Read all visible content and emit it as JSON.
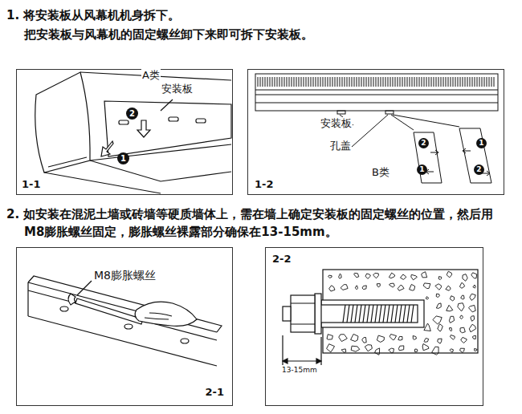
{
  "diagram": {
    "nodes": [
      {
        "text": [
          "1-1"
        ]
      },
      {
        "text": [
          "1-2"
        ]
      },
      {
        "text": [
          "2-1"
        ]
      },
      {
        "text": [
          "2-2"
        ]
      }
    ],
    "labels": [
      "1. 将安装板从风幕机机身拆下。",
      "把安装板与风幕机的固定螺丝卸下来即可拆下安装板。",
      "A类",
      "安装板",
      "2",
      "1",
      "安装板",
      "孔盖",
      "B类",
      "2",
      "1",
      "1",
      "2",
      "2. 如安装在混泥土墙或砖墙等硬质墙体上，需在墙上确定安装板的固定螺丝的位置，然后用M8膨胀螺丝固定，膨胀螺丝裸露部分确保在13-15mm。",
      "M8膨胀螺丝",
      "13-15mm"
    ]
  }
}
